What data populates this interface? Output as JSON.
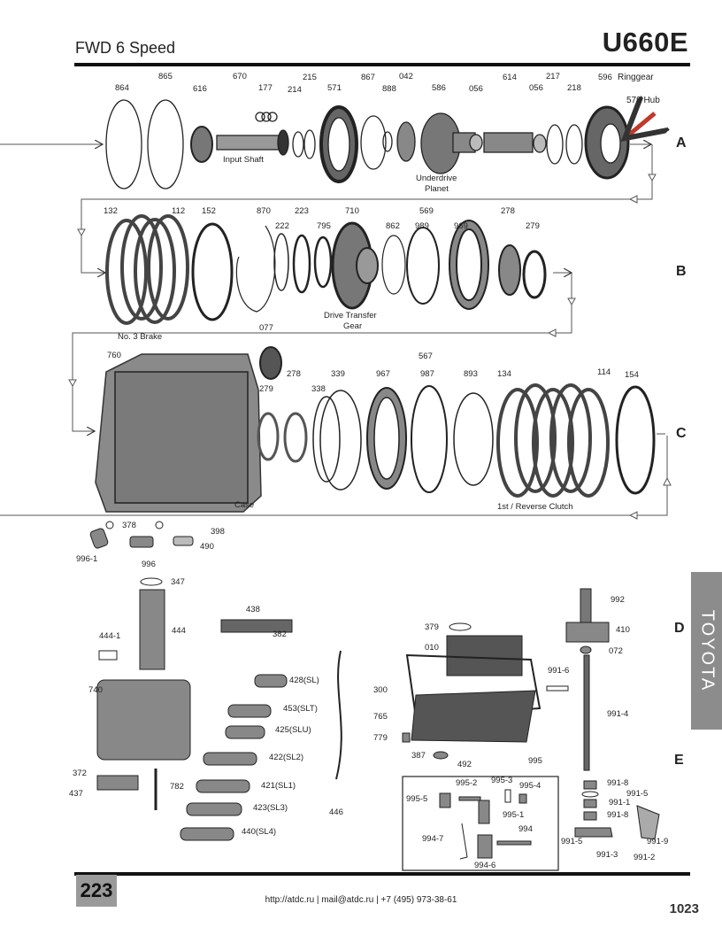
{
  "header": {
    "subtitle": "FWD 6 Speed",
    "model": "U660E"
  },
  "sections": {
    "A": "A",
    "B": "B",
    "C": "C",
    "D": "D",
    "E": "E"
  },
  "side_tab": "TOYOTA",
  "page_box": "223",
  "footer": "http://atdc.ru  |  mail@atdc.ru  |  +7 (495) 973-38-61",
  "page_number": "1023",
  "callout": "579 Hub",
  "row_a": {
    "parts": [
      "864",
      "865",
      "616",
      "670",
      "177",
      "214",
      "215",
      "571",
      "867",
      "888",
      "042",
      "586",
      "056",
      "614",
      "056",
      "217",
      "218",
      "596"
    ],
    "ringgear": "Ringgear",
    "input_shaft": "Input Shaft",
    "underdrive_1": "Underdrive",
    "underdrive_2": "Planet"
  },
  "row_b": {
    "parts": [
      "132",
      "112",
      "152",
      "870",
      "222",
      "223",
      "795",
      "710",
      "862",
      "569",
      "989",
      "969",
      "278",
      "279"
    ],
    "no3": "No. 3 Brake",
    "dt1": "Drive Transfer",
    "dt2": "Gear"
  },
  "row_c": {
    "parts": [
      "760",
      "077",
      "279",
      "278",
      "338",
      "339",
      "567",
      "967",
      "987",
      "893",
      "134",
      "114",
      "154"
    ],
    "case": "Case",
    "clutch": "1st / Reverse Clutch"
  },
  "row_d": {
    "parts": [
      "378",
      "398",
      "996-1",
      "996",
      "490",
      "347",
      "444",
      "444-1",
      "740",
      "438",
      "382",
      "428(SL)",
      "453(SLT)",
      "425(SLU)",
      "422(SL2)",
      "421(SL1)",
      "423(SL3)",
      "440(SL4)",
      "446",
      "379",
      "010",
      "300",
      "765",
      "779",
      "387",
      "492",
      "992",
      "410",
      "072",
      "991-6",
      "991-4",
      "372",
      "437",
      "782"
    ]
  },
  "row_e": {
    "parts": [
      "995",
      "995-2",
      "995-3",
      "995-4",
      "995-5",
      "995-1",
      "994",
      "994-7",
      "994-6",
      "991-8",
      "991-5",
      "991-1",
      "991-8",
      "991-9",
      "991-5",
      "991-3",
      "991-2"
    ]
  }
}
